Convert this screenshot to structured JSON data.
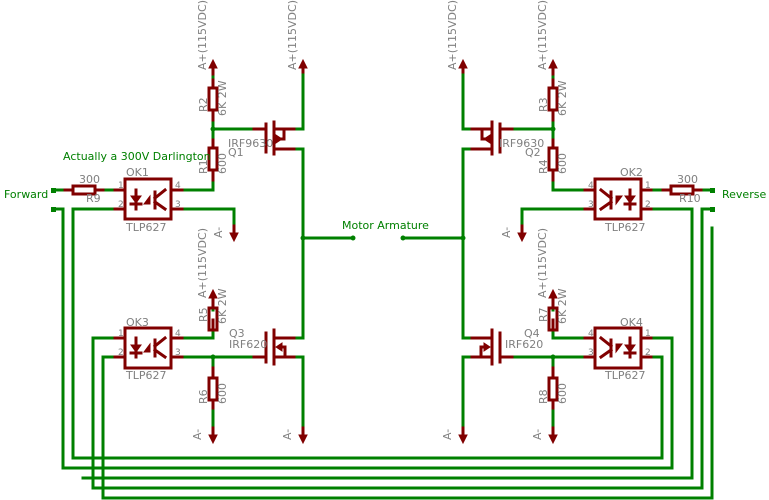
{
  "title": "H-Bridge motor driver schematic",
  "colors": {
    "wire": "#008000",
    "part": "#800000",
    "label": "#808080",
    "net_label": "#008000"
  },
  "inputs": {
    "forward": "Forward",
    "reverse": "Reverse"
  },
  "notes": {
    "darlington": "Actually a 300V Darlington",
    "motor": "Motor Armature"
  },
  "supply": {
    "positive": "A+(115VDC)",
    "negative": "A-"
  },
  "optocouplers": [
    {
      "ref": "OK1",
      "part": "TLP627",
      "pins": [
        "1",
        "2",
        "3",
        "4"
      ]
    },
    {
      "ref": "OK2",
      "part": "TLP627",
      "pins": [
        "1",
        "2",
        "3",
        "4"
      ]
    },
    {
      "ref": "OK3",
      "part": "TLP627",
      "pins": [
        "1",
        "2",
        "3",
        "4"
      ]
    },
    {
      "ref": "OK4",
      "part": "TLP627",
      "pins": [
        "1",
        "2",
        "3",
        "4"
      ]
    }
  ],
  "transistors": [
    {
      "ref": "Q1",
      "part": "IRF9630"
    },
    {
      "ref": "Q2",
      "part": "IRF9630"
    },
    {
      "ref": "Q3",
      "part": "IRF620"
    },
    {
      "ref": "Q4",
      "part": "IRF620"
    }
  ],
  "resistors": [
    {
      "ref": "R1",
      "value": "600"
    },
    {
      "ref": "R2",
      "value": "6K 2W"
    },
    {
      "ref": "R3",
      "value": "6K 2W"
    },
    {
      "ref": "R4",
      "value": "600"
    },
    {
      "ref": "R5",
      "value": "6K 2W"
    },
    {
      "ref": "R6",
      "value": "600"
    },
    {
      "ref": "R7",
      "value": "6K 2W"
    },
    {
      "ref": "R8",
      "value": "600"
    },
    {
      "ref": "R9",
      "value": "300"
    },
    {
      "ref": "R10",
      "value": "300"
    }
  ]
}
